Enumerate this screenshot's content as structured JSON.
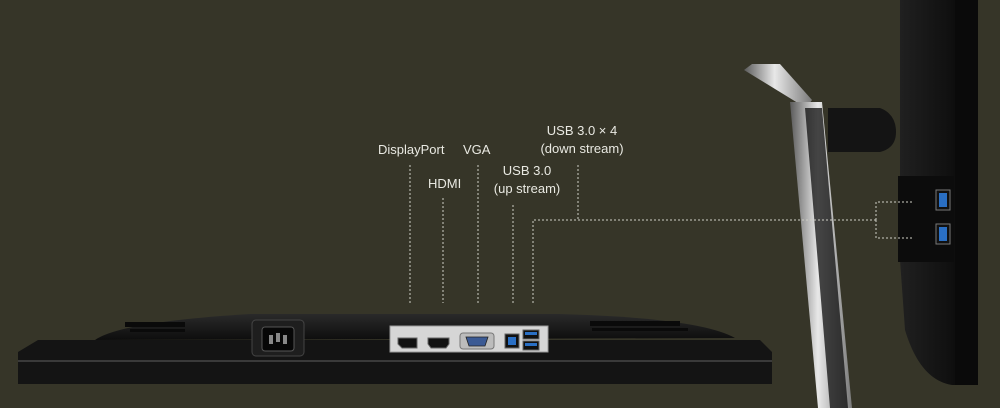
{
  "colors": {
    "background": "#363528",
    "label_text": "#e9e9e2",
    "leader_line": "#cfcfc6",
    "usb3_port_blue": "#2a6fc4"
  },
  "labels": {
    "displayport": "DisplayPort",
    "hdmi": "HDMI",
    "vga": "VGA",
    "usb_up_line1": "USB 3.0",
    "usb_up_line2": "(up stream)",
    "usb_down_line1": "USB 3.0 × 4",
    "usb_down_line2": "(down stream)"
  }
}
